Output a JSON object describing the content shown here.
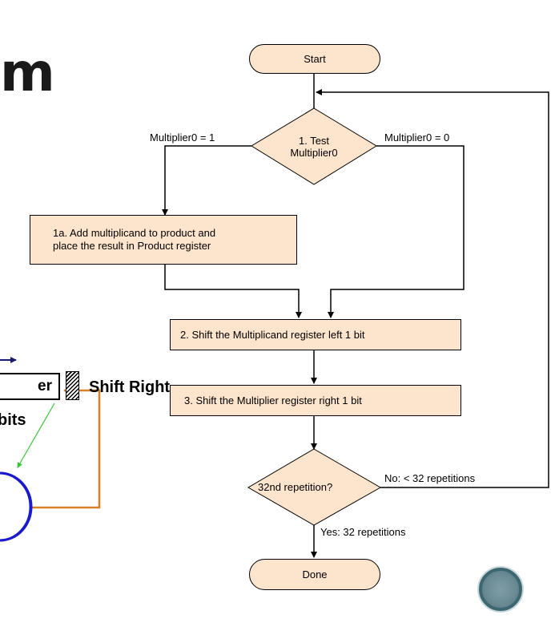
{
  "title_fragment": "m",
  "flowchart": {
    "start": "Start",
    "decision1": {
      "line1": "1. Test",
      "line2": "Multiplier0"
    },
    "branch_left_label": "Multiplier0 = 1",
    "branch_right_label": "Multiplier0 = 0",
    "step1a": {
      "line1": "1a. Add multiplicand to product and",
      "line2": "place the result in Product register"
    },
    "step2": "2. Shift the Multiplicand register left 1 bit",
    "step3": "3. Shift the Multiplier register right 1 bit",
    "decision2": "32nd repetition?",
    "no_label": "No:  < 32 repetitions",
    "yes_label": "Yes:  32 repetitions",
    "done": "Done"
  },
  "hardware": {
    "register_label": "er",
    "shift_label": "Shift Right",
    "bits_label": "bits"
  },
  "colors": {
    "box_fill": "#fde4cc",
    "alu_circle": "#1a1acc",
    "control_line": "#d97f26",
    "signal_line": "#3ac43a",
    "bus_arrow": "#1a1a6e"
  },
  "icons": [
    "logo-badge"
  ]
}
